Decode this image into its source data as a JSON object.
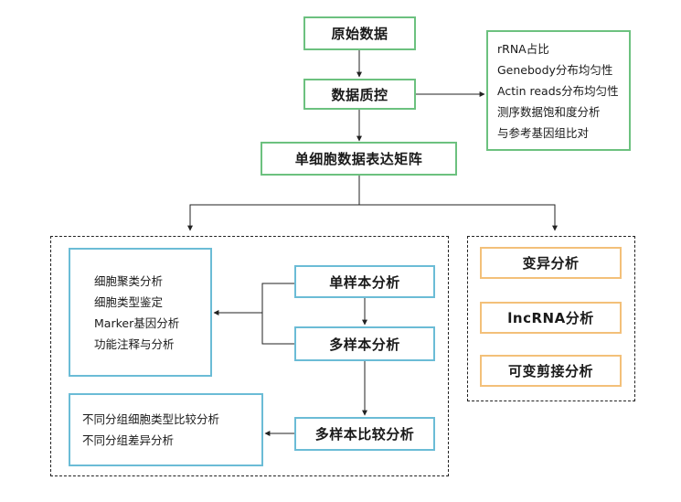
{
  "nodes": {
    "raw_data": "原始数据",
    "qc": "数据质控",
    "matrix": "单细胞数据表达矩阵",
    "single_sample": "单样本分析",
    "multi_sample": "多样本分析",
    "multi_compare": "多样本比较分析",
    "variation": "变异分析",
    "lncrna": "lncRNA分析",
    "splicing": "可变剪接分析"
  },
  "qc_items": [
    "rRNA占比",
    "Genebody分布均匀性",
    "Actin reads分布均匀性",
    "测序数据饱和度分析",
    "与参考基因组比对"
  ],
  "sample_analysis_items": [
    "细胞聚类分析",
    "细胞类型鉴定",
    "Marker基因分析",
    "功能注释与分析"
  ],
  "compare_items": [
    "不同分组细胞类型比较分析",
    "不同分组差异分析"
  ],
  "colors": {
    "green": "#6cc17f",
    "blue": "#6bbcd6",
    "orange": "#f3c079",
    "line": "#222222"
  }
}
